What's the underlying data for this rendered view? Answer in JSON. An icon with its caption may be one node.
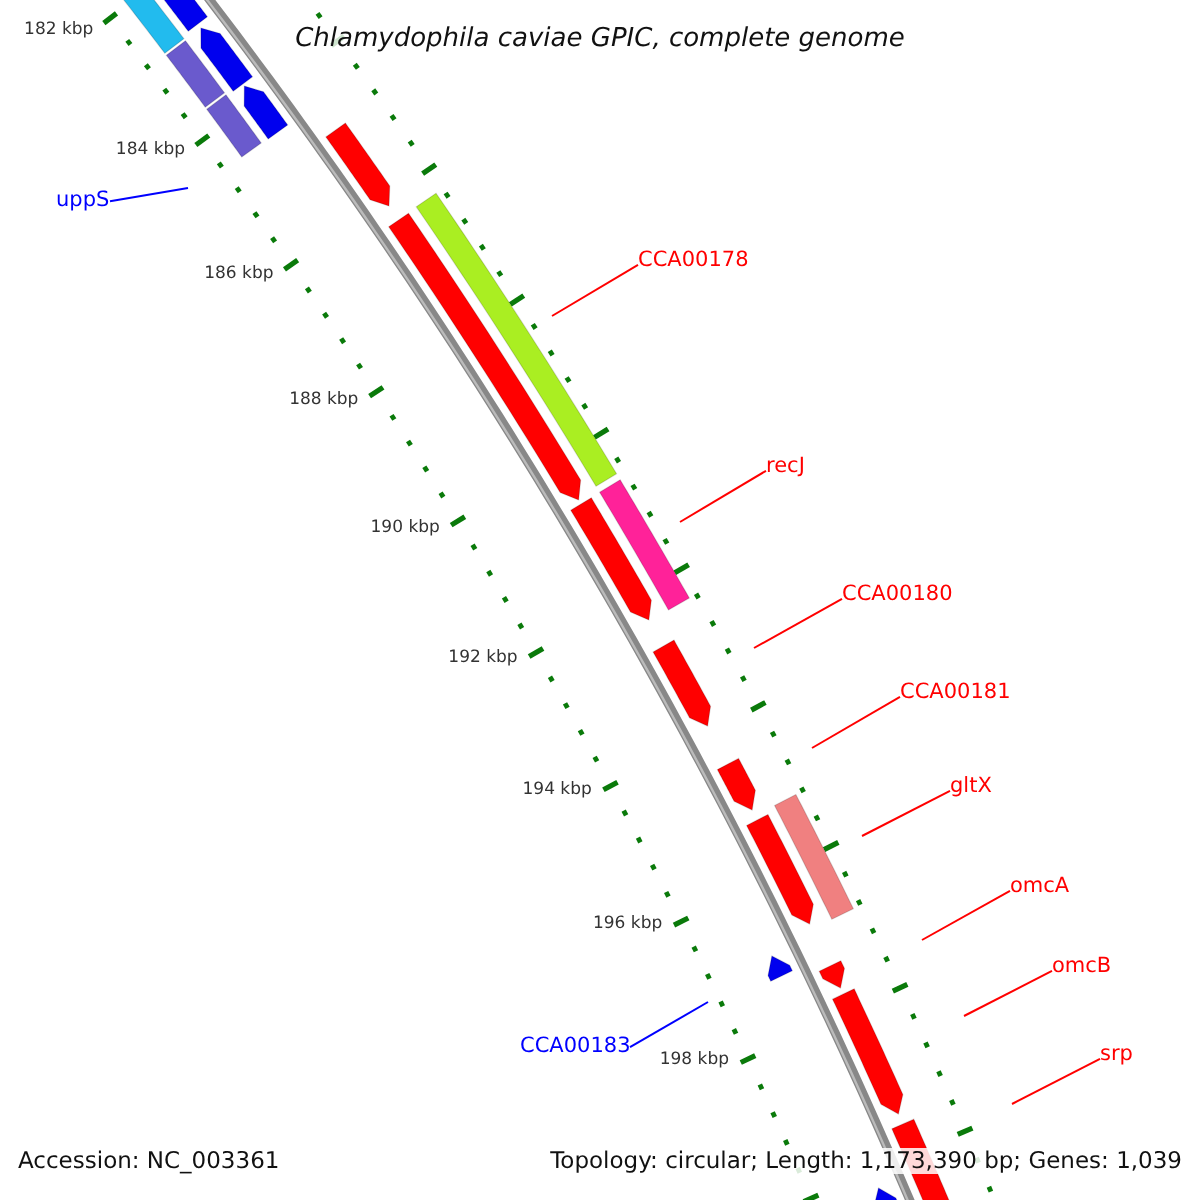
{
  "diagram": {
    "title": "Chlamydophila caviae GPIC, complete genome",
    "nodes": [
      {
        "text": [
          "uppS"
        ]
      },
      {
        "text": [
          "CCA00178"
        ]
      },
      {
        "text": [
          "recJ"
        ]
      },
      {
        "text": [
          "CCA00180"
        ]
      },
      {
        "text": [
          "CCA00181"
        ]
      },
      {
        "text": [
          "gltX"
        ]
      },
      {
        "text": [
          "omcA"
        ]
      },
      {
        "text": [
          "omcB"
        ]
      },
      {
        "text": [
          "CCA00183"
        ]
      },
      {
        "text": [
          "srp"
        ]
      }
    ],
    "edges": [
      {
        "from": 0,
        "to": null,
        "arrow": "none",
        "color": "#0000ff"
      },
      {
        "from": 1,
        "to": null,
        "arrow": "none"
      },
      {
        "from": 2,
        "to": null,
        "arrow": "none"
      },
      {
        "from": 3,
        "to": null,
        "arrow": "none"
      },
      {
        "from": 4,
        "to": null,
        "arrow": "none"
      },
      {
        "from": 5,
        "to": null,
        "arrow": "none"
      },
      {
        "from": 6,
        "to": null,
        "arrow": "none"
      },
      {
        "from": 7,
        "to": null,
        "arrow": "none"
      },
      {
        "from": 8,
        "to": null,
        "arrow": "none",
        "color": "#0000ff"
      },
      {
        "from": 9,
        "to": null,
        "arrow": "none"
      }
    ],
    "labels": [
      "182 kbp",
      "184 kbp",
      "186 kbp",
      "188 kbp",
      "190 kbp",
      "192 kbp",
      "194 kbp",
      "196 kbp",
      "198 kbp",
      "Accession: NC_003361",
      "Topology: circular; Length: 1,173,390 bp; Genes: 1,039"
    ]
  }
}
